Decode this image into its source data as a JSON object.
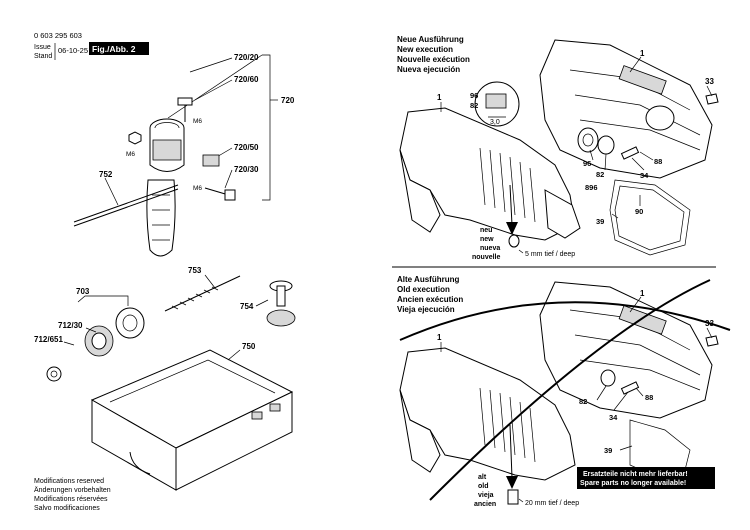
{
  "header": {
    "doc_number": "0 603 295 603",
    "issue_label": "Issue",
    "stand_label": "Stand",
    "date": "06-10-25",
    "fig_label": "Fig./Abb. 2"
  },
  "left_labels": {
    "p720_20": "720/20",
    "p720_60": "720/60",
    "p720": "720",
    "m6_a": "M6",
    "m6_b": "M6",
    "m6_c": "M6",
    "p720_50": "720/50",
    "p720_30": "720/30",
    "p752": "752",
    "p753": "753",
    "p703": "703",
    "p754": "754",
    "p712_30": "712/30",
    "p712_651": "712/651",
    "p750": "750"
  },
  "footer": {
    "lines": [
      "Modifications reserved",
      "Änderungen vorbehalten",
      "Modifications réservées",
      "Salvo modificaciones"
    ]
  },
  "new_section": {
    "titles": [
      "Neue Ausführung",
      "New execution",
      "Nouvelle exécution",
      "Nueva ejecución"
    ],
    "labels": {
      "p1_a": "1",
      "p1_b": "1",
      "p96_a": "96",
      "p82_a": "82",
      "dim": "3,0",
      "p33": "33",
      "p96_b": "96",
      "p82_b": "82",
      "p896": "896",
      "p34": "34",
      "p88": "88",
      "p90": "90",
      "p39": "39",
      "depth": "5 mm tief / deep"
    },
    "variant": [
      "neu",
      "new",
      "nueva",
      "nouvelle"
    ]
  },
  "old_section": {
    "titles": [
      "Alte Ausführung",
      "Old execution",
      "Ancien exécution",
      "Vieja ejecución"
    ],
    "labels": {
      "p1_a": "1",
      "p1_b": "1",
      "p33": "33",
      "p82": "82",
      "p34": "34",
      "p88": "88",
      "p39": "39",
      "depth": "20 mm tief / deep"
    },
    "variant": [
      "alt",
      "old",
      "vieja",
      "ancien"
    ],
    "notice": [
      "Ersatzteile nicht mehr lieferbar!",
      "Spare parts no longer available!"
    ]
  }
}
